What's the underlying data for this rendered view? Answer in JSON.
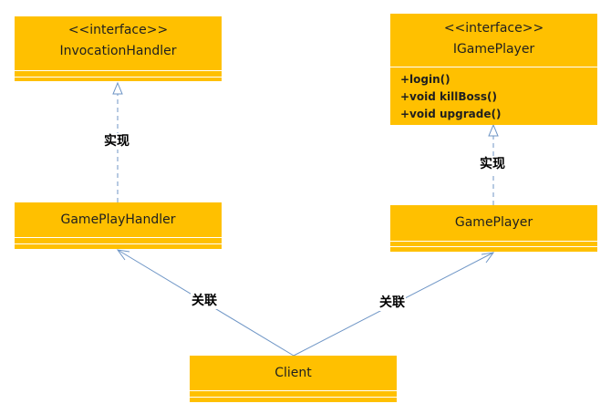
{
  "classes": {
    "invocation_handler": {
      "stereotype": "<<interface>>",
      "name": "InvocationHandler"
    },
    "igame_player": {
      "stereotype": "<<interface>>",
      "name": "IGamePlayer",
      "operations": [
        "+login()",
        "+void killBoss()",
        "+void upgrade()"
      ]
    },
    "game_play_handler": {
      "name": "GamePlayHandler"
    },
    "game_player": {
      "name": "GamePlayer"
    },
    "client": {
      "name": "Client"
    }
  },
  "relations": {
    "realize_left": "实现",
    "realize_right": "实现",
    "assoc_left": "关联",
    "assoc_right": "关联"
  },
  "colors": {
    "class_fill": "#ffc000",
    "dashed_line": "#6f96c6",
    "assoc_line": "#6f96c6"
  }
}
